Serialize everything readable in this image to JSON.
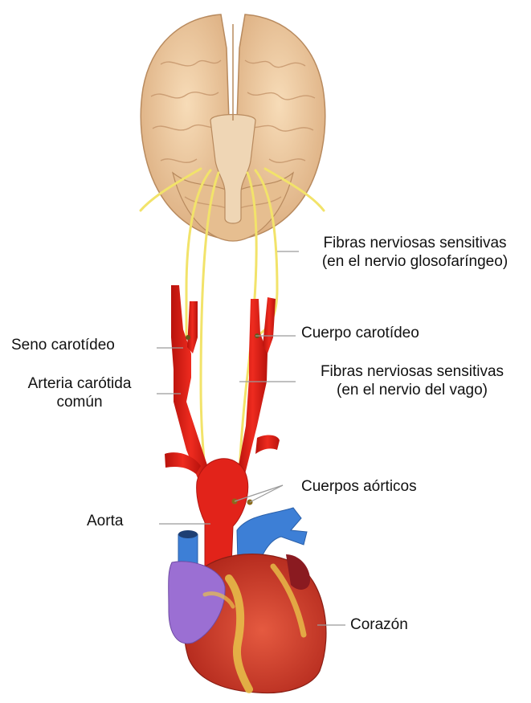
{
  "labels": {
    "fibras_glosofaringeo_line1": "Fibras nerviosas sensitivas",
    "fibras_glosofaringeo_line2": "(en el nervio glosofaríngeo)",
    "seno_carotideo": "Seno carotídeo",
    "cuerpo_carotideo": "Cuerpo carotídeo",
    "arteria_line1": "Arteria carótida",
    "arteria_line2": "común",
    "fibras_vago_line1": "Fibras nerviosas sensitivas",
    "fibras_vago_line2": "(en el nervio del vago)",
    "cuerpos_aorticos": "Cuerpos aórticos",
    "aorta": "Aorta",
    "corazon": "Corazón"
  },
  "colors": {
    "brain": "#f0cfa4",
    "brain_dark": "#c89a6e",
    "nerve": "#f2e36a",
    "artery": "#e2231a",
    "vein": "#3d7fd6",
    "atrium": "#9b6fd3",
    "heart": "#d94a35",
    "heart_fat": "#e8c24a",
    "leader": "#9a9a9a"
  }
}
